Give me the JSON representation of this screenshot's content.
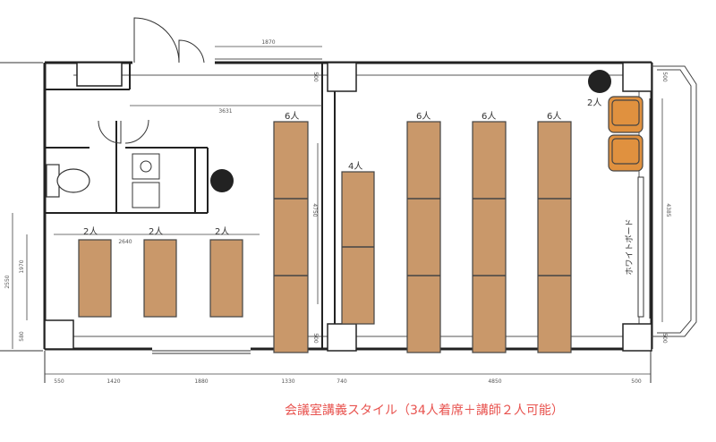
{
  "caption": "会議室講義スタイル（34人着席＋講師２人可能）",
  "whiteboard_label": "ホワイトボード",
  "labels": {
    "l1": "6人",
    "l2": "6人",
    "l3": "6人",
    "l4": "6人",
    "l5": "4人",
    "l6": "2人",
    "l7": "2人",
    "l8": "2人",
    "l9": "2人"
  },
  "dims": {
    "top_door": "1870",
    "hall": "3631",
    "desk_row": "2640",
    "left_tall": "2550",
    "left_mid": "1970",
    "left_low": "580",
    "mid_vert": "4750",
    "right_vert": "4385",
    "top_right": "500",
    "bot_right": "500",
    "b1": "550",
    "b2": "1420",
    "b3": "1880",
    "b4": "1330",
    "b5": "740",
    "b6": "4850",
    "b7": "500",
    "mid_small1": "500",
    "mid_small2": "500"
  },
  "colors": {
    "table": "#c9986a",
    "chair": "#e0913f",
    "wall": "#222222",
    "caption": "#e8534f"
  }
}
